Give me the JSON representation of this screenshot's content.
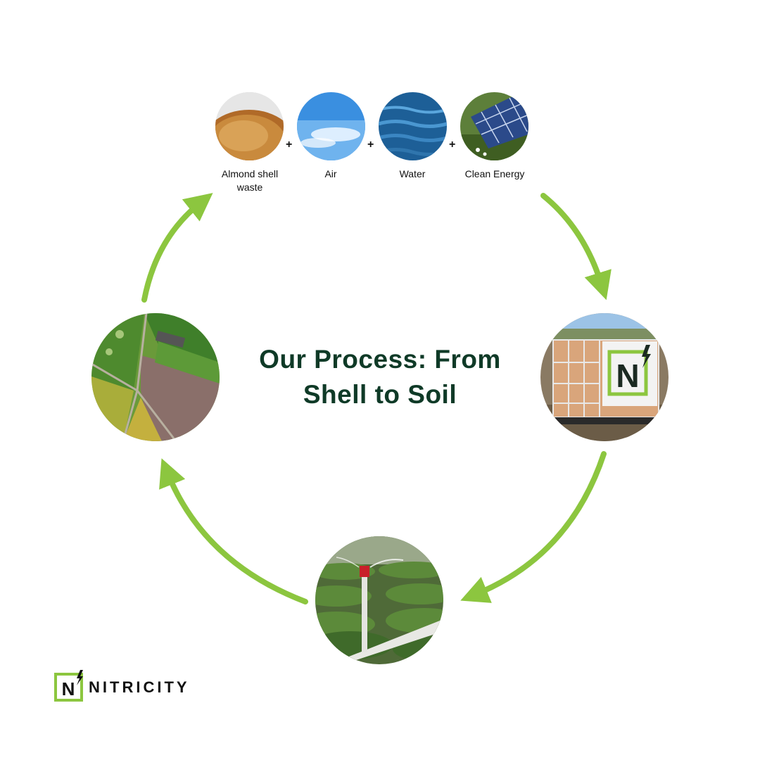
{
  "title": {
    "line1": "Our Process: From",
    "line2": "Shell to Soil"
  },
  "inputs": [
    {
      "label": "Almond shell waste",
      "image": "almond-shell-photo"
    },
    {
      "label": "Air",
      "image": "sky-photo"
    },
    {
      "label": "Water",
      "image": "water-photo"
    },
    {
      "label": "Clean Energy",
      "image": "solar-panel-photo"
    }
  ],
  "operator": "+",
  "cycle_steps": [
    {
      "image": "nitricity-tank-photo"
    },
    {
      "image": "irrigation-sprinkler-photo"
    },
    {
      "image": "aerial-farmland-photo"
    }
  ],
  "brand": {
    "name": "NITRICITY",
    "mark": "N"
  },
  "colors": {
    "arrow_green": "#8cc63f",
    "title_green": "#0f3a27",
    "logo_green": "#8cc63f"
  }
}
